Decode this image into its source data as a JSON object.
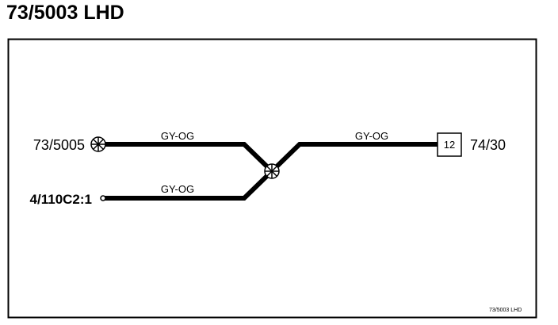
{
  "title": "73/5003 LHD",
  "diagram": {
    "connectors": {
      "top_left": "73/5005",
      "bottom_left": "4/110C2:1",
      "right": "74/30",
      "right_pin": "12"
    },
    "wires": {
      "top_left": "GY-OG",
      "bottom_left": "GY-OG",
      "right": "GY-OG"
    },
    "footer": "73/5003 LHD"
  }
}
